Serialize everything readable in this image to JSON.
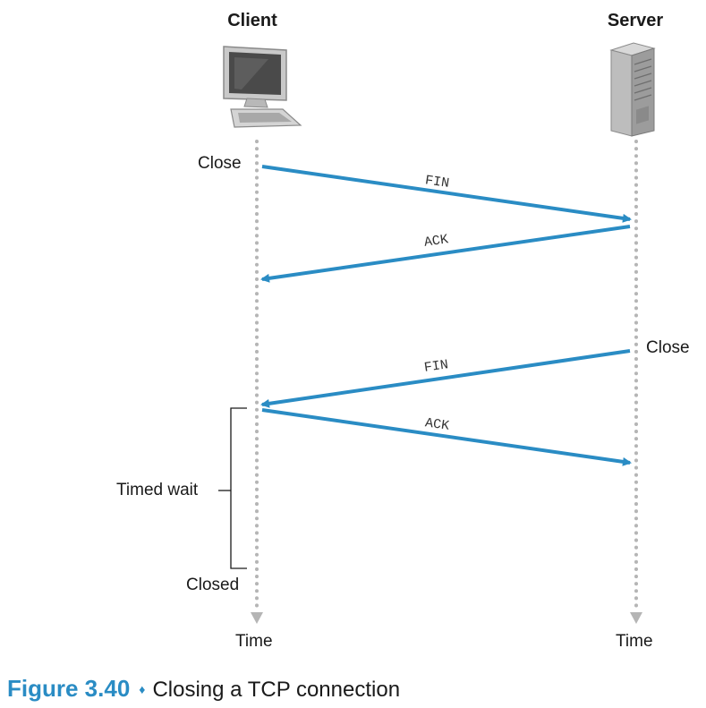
{
  "client": {
    "title": "Client",
    "close_label": "Close",
    "timed_wait_label": "Timed wait",
    "closed_label": "Closed",
    "time_label": "Time"
  },
  "server": {
    "title": "Server",
    "close_label": "Close",
    "time_label": "Time"
  },
  "messages": [
    {
      "id": "fin-1",
      "label": "FIN",
      "from": "client",
      "to": "server"
    },
    {
      "id": "ack-1",
      "label": "ACK",
      "from": "server",
      "to": "client"
    },
    {
      "id": "fin-2",
      "label": "FIN",
      "from": "server",
      "to": "client"
    },
    {
      "id": "ack-2",
      "label": "ACK",
      "from": "client",
      "to": "server"
    }
  ],
  "colors": {
    "arrow": "#2a8cc4",
    "timeline": "#b5b5b5",
    "caption_accent": "#2a8cc4"
  },
  "caption": {
    "figure": "Figure 3.40",
    "separator": "♦",
    "text": "Closing a TCP connection"
  }
}
